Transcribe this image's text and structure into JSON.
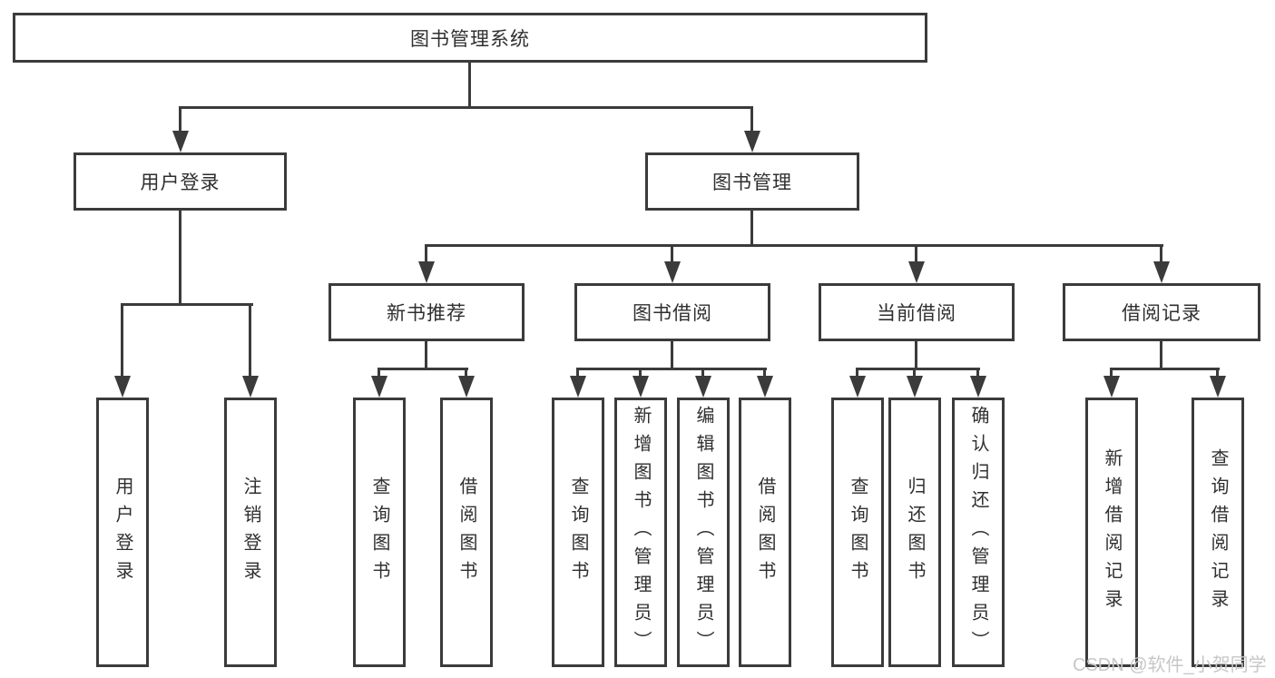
{
  "colors": {
    "line": "#3b3b3b",
    "text": "#2f2f2f",
    "watermark": "#c7c7c7",
    "background": "#ffffff"
  },
  "watermark": {
    "text": "CSDN @软件_小贺同学"
  },
  "tree": {
    "root": {
      "label": "图书管理系统",
      "children": [
        {
          "label": "用户登录",
          "children": [
            {
              "label": "用户登录"
            },
            {
              "label": "注销登录"
            }
          ]
        },
        {
          "label": "图书管理",
          "children": [
            {
              "label": "新书推荐",
              "children": [
                {
                  "label": "查询图书"
                },
                {
                  "label": "借阅图书"
                }
              ]
            },
            {
              "label": "图书借阅",
              "children": [
                {
                  "label": "查询图书"
                },
                {
                  "label": "新增图书（管理员）"
                },
                {
                  "label": "编辑图书（管理员）"
                },
                {
                  "label": "借阅图书"
                }
              ]
            },
            {
              "label": "当前借阅",
              "children": [
                {
                  "label": "查询图书"
                },
                {
                  "label": "归还图书"
                },
                {
                  "label": "确认归还（管理员）"
                }
              ]
            },
            {
              "label": "借阅记录",
              "children": [
                {
                  "label": "新增借阅记录"
                },
                {
                  "label": "查询借阅记录"
                }
              ]
            }
          ]
        }
      ]
    }
  }
}
